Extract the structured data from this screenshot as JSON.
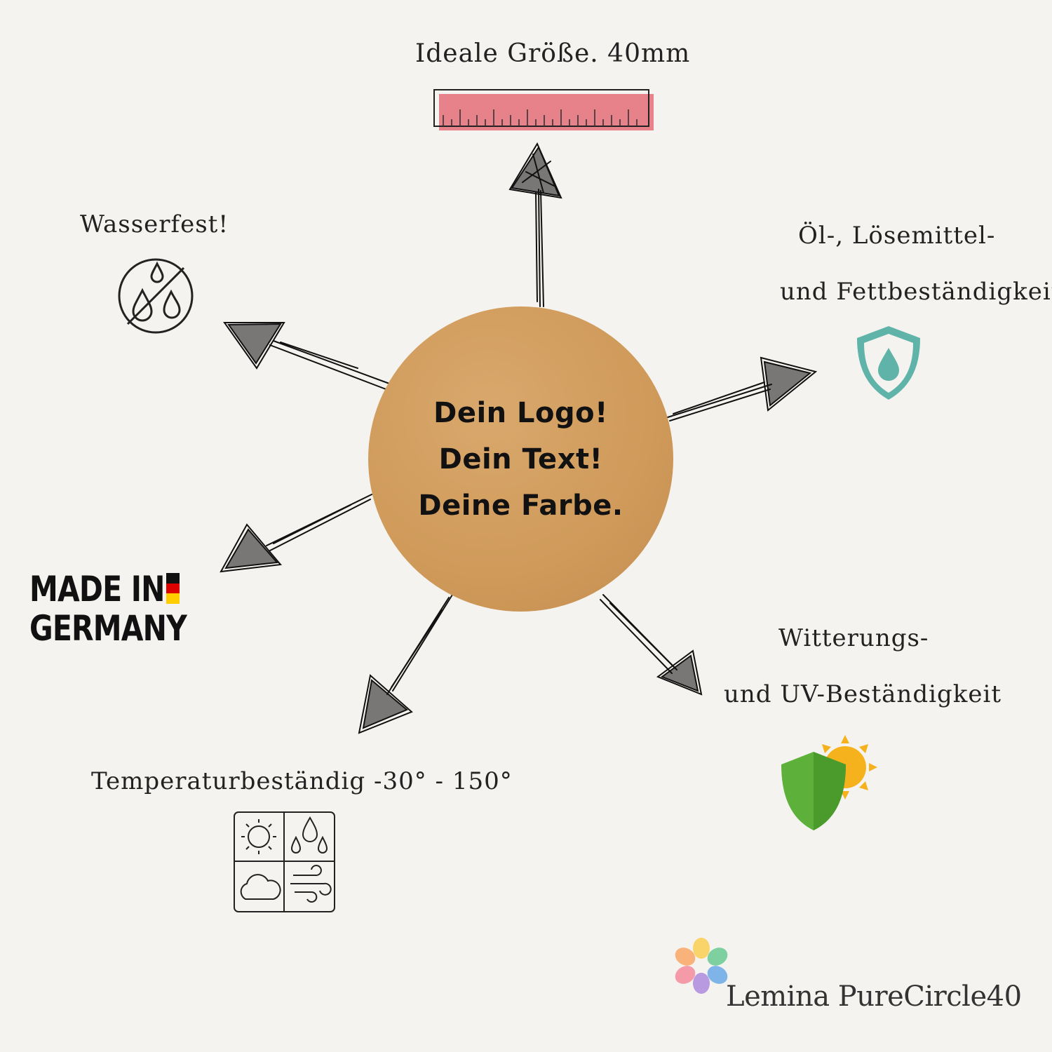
{
  "labels": {
    "size": "Ideale Größe. 40mm",
    "waterproof": "Wasserfest!",
    "oil_line1": "Öl-, Lösemittel-",
    "oil_line2": "und Fettbeständigkeit",
    "weather_line1": "Witterungs-",
    "weather_line2": "und UV-Beständigkeit",
    "temperature": "Temperaturbeständig -30° - 150°"
  },
  "sticker": {
    "line1": "Dein Logo!",
    "line2": "Dein Text!",
    "line3": "Deine Farbe."
  },
  "made_in": {
    "line1": "MADE IN",
    "line2": "GERMANY"
  },
  "brand": {
    "name": "Lemina PureCircle40"
  },
  "icons": {
    "ruler": "ruler-icon",
    "no_water": "no-water-drops-icon",
    "shield_drop": "shield-drop-icon",
    "sun_shield": "sun-shield-icon",
    "weather_grid": "weather-grid-icon",
    "flower": "flower-logo-icon",
    "flag": "german-flag-icon"
  },
  "colors": {
    "background": "#f5f3ef",
    "sticker": "#cf9a5a",
    "ruler": "#e8828a",
    "shield_teal": "#5fb3a8",
    "shield_green": "#5db13a",
    "sun": "#f5b21c"
  }
}
